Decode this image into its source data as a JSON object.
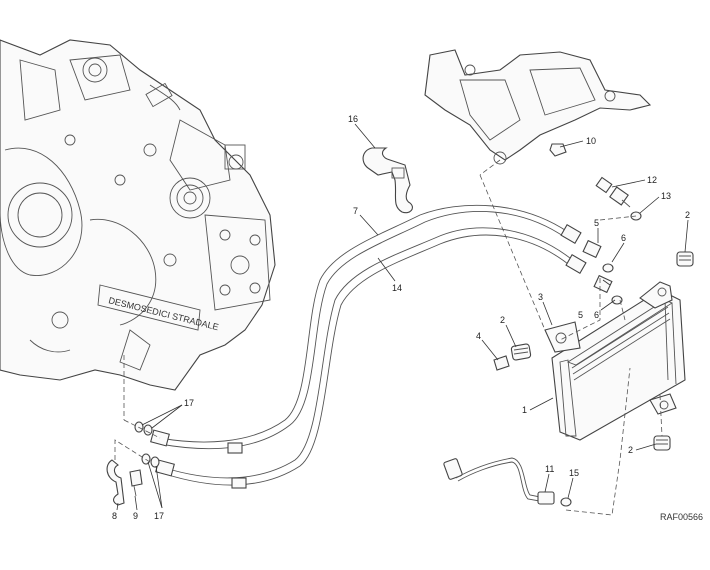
{
  "diagram": {
    "reference_code": "RAF00566",
    "callouts": [
      "1",
      "2",
      "2",
      "2",
      "3",
      "4",
      "5",
      "5",
      "6",
      "6",
      "7",
      "8",
      "9",
      "10",
      "11",
      "12",
      "13",
      "14",
      "15",
      "16",
      "17",
      "17"
    ]
  }
}
